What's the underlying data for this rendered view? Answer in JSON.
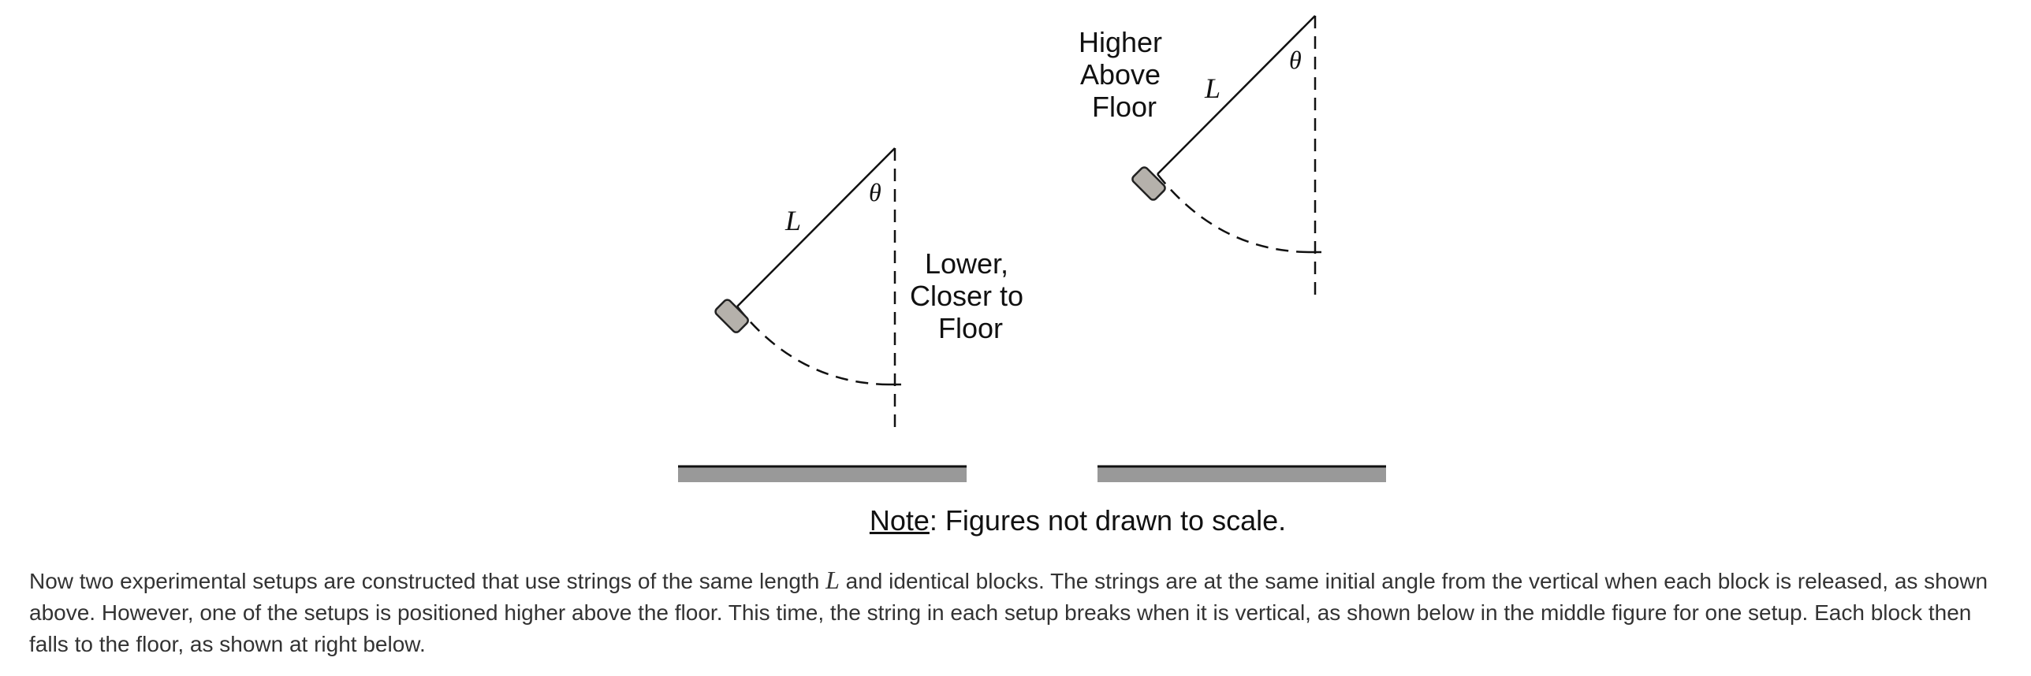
{
  "figure": {
    "setup_low": {
      "length_label": "L",
      "angle_label": "θ",
      "caption_lines": [
        "Lower,",
        "Closer to",
        "Floor"
      ]
    },
    "setup_high": {
      "length_label": "L",
      "angle_label": "θ",
      "caption_lines": [
        "Higher",
        "Above",
        "Floor"
      ]
    },
    "colors": {
      "block_fill": "#b5b1ab",
      "block_stroke": "#222222",
      "floor_fill": "#999999",
      "line": "#111111"
    }
  },
  "note": {
    "key": "Note",
    "text": ": Figures not drawn to scale."
  },
  "paragraph": {
    "before": "Now two experimental setups are constructed that use strings of the same length ",
    "variable": "L",
    "after": " and identical blocks. The strings are at the same initial angle from the vertical when each block is released, as shown above. However, one of the setups is positioned higher above the floor. This time, the string in each setup breaks when it is vertical, as shown below in the middle figure for one setup. Each block then falls to the floor, as shown at right below."
  }
}
